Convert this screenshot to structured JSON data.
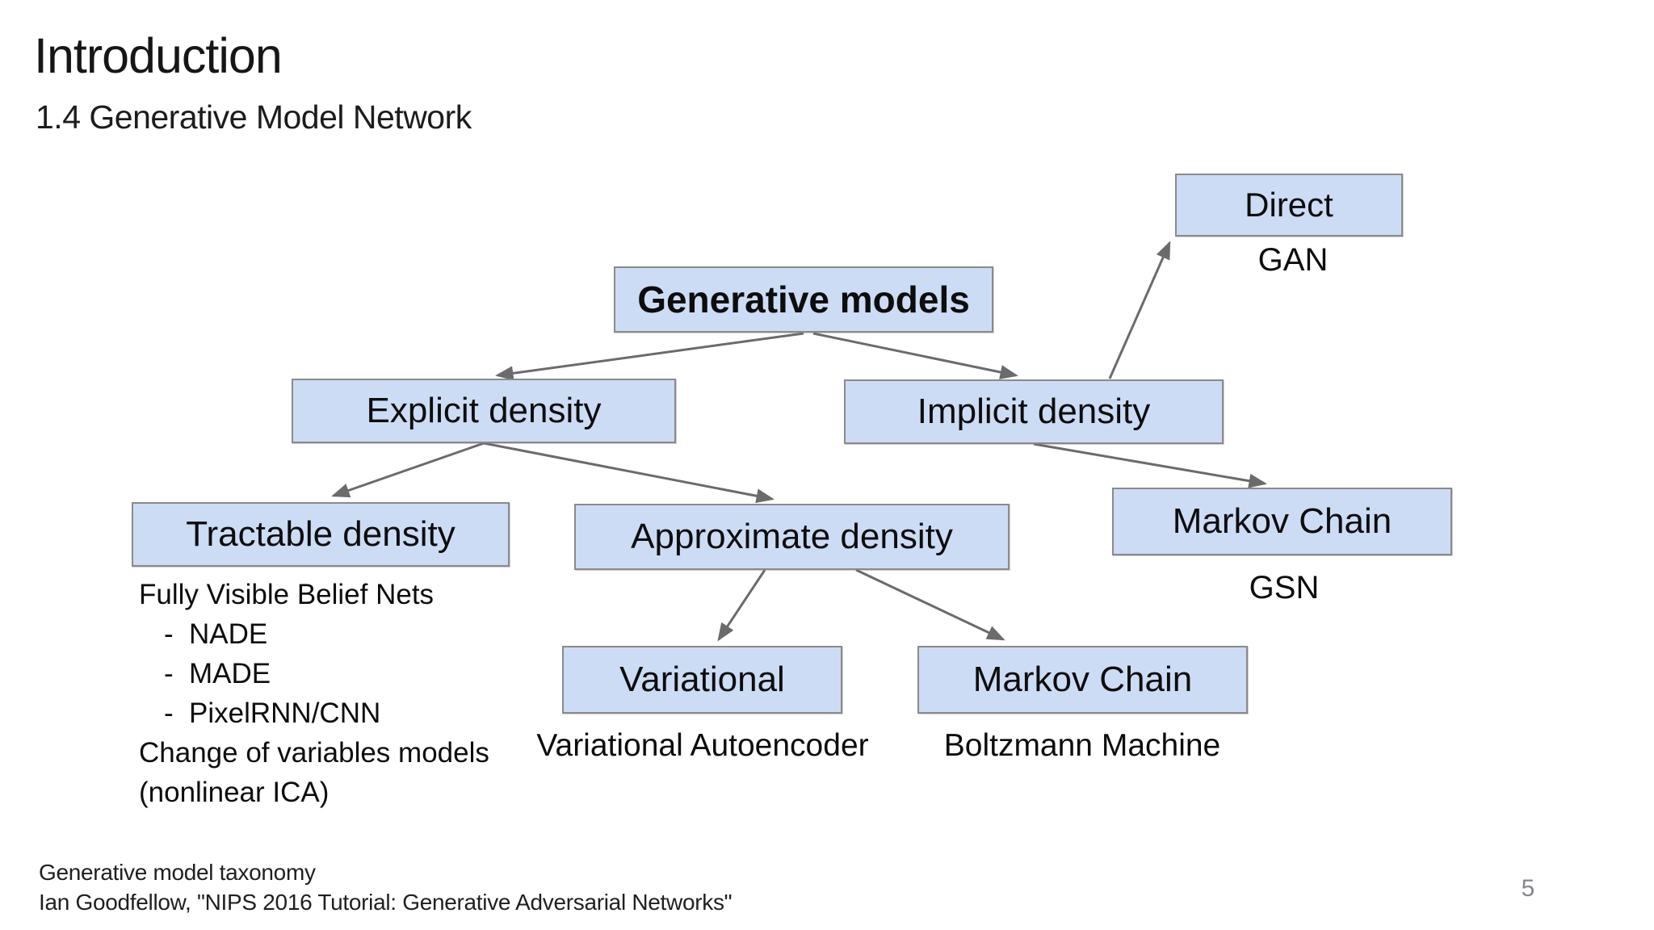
{
  "slide": {
    "title": "Introduction",
    "subtitle": "1.4 Generative Model Network",
    "footer": {
      "line1": "Generative model taxonomy",
      "line2": "Ian Goodfellow, \"NIPS 2016 Tutorial: Generative Adversarial Networks\""
    },
    "page_number": "5"
  },
  "diagram": {
    "bullet_char": "-",
    "nodes": {
      "generative": {
        "label": "Generative models"
      },
      "explicit": {
        "label": "Explicit density"
      },
      "implicit": {
        "label": "Implicit density"
      },
      "direct": {
        "label": "Direct",
        "sublabel": "GAN"
      },
      "tractable": {
        "label": "Tractable density"
      },
      "approximate": {
        "label": "Approximate density"
      },
      "markov_gsn": {
        "label": "Markov Chain",
        "sublabel": "GSN"
      },
      "variational": {
        "label": "Variational",
        "sublabel": "Variational Autoencoder"
      },
      "markov_boltzmann": {
        "label": "Markov Chain",
        "sublabel": "Boltzmann Machine"
      }
    },
    "tractable_notes": [
      "Fully Visible Belief Nets",
      "NADE",
      "MADE",
      "PixelRNN/CNN",
      "Change of variables models",
      "(nonlinear ICA)"
    ],
    "colors": {
      "node_fill": "#cddcf5",
      "node_border": "#8a8a8a",
      "arrow": "#6b6b6b",
      "text": "#111111",
      "page_number": "#85858d"
    }
  }
}
